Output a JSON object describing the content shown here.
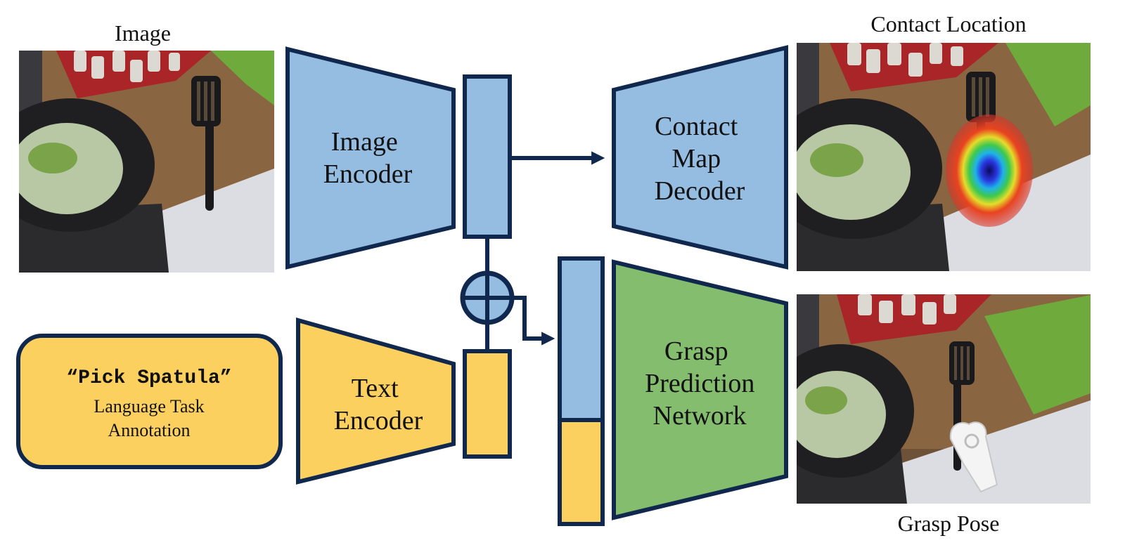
{
  "labels": {
    "image": "Image",
    "contact_location": "Contact Location",
    "grasp_pose": "Grasp Pose"
  },
  "blocks": {
    "image_encoder": [
      "Image",
      "Encoder"
    ],
    "contact_map_decoder": [
      "Contact",
      "Map",
      "Decoder"
    ],
    "text_encoder": [
      "Text",
      "Encoder"
    ],
    "grasp_prediction_network": [
      "Grasp",
      "Prediction",
      "Network"
    ]
  },
  "task_box": {
    "quote": "“Pick Spatula”",
    "line1": "Language Task",
    "line2": "Annotation"
  },
  "colors": {
    "outline": "#10284d",
    "image_blue": "#95bde2",
    "text_yellow": "#fcd05e",
    "network_green": "#85bd6e",
    "wood": "#8a6541",
    "cloth_red": "#a92528",
    "board_green": "#6faa3c",
    "pan_dark": "#1f1f22",
    "counter_white": "#dcdde3"
  },
  "icons": {
    "fusion": "circle-plus-icon",
    "arrow": "arrow-right-icon"
  }
}
